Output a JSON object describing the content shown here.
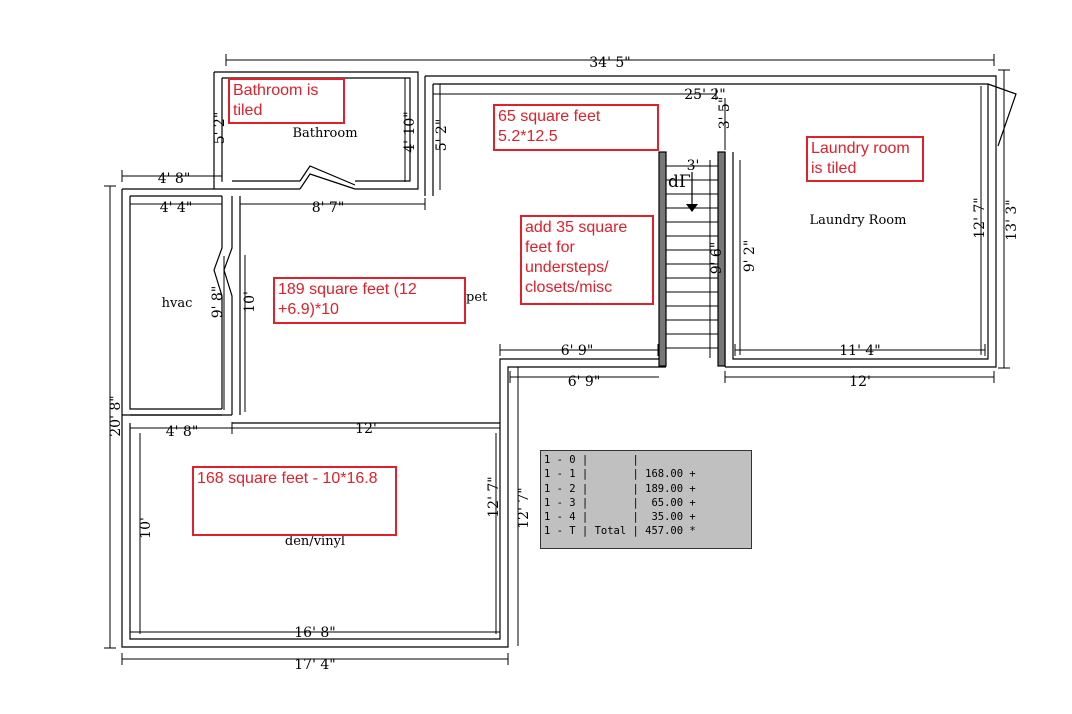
{
  "dimensions": {
    "overall_width": "34' 5\"",
    "upper_mid_width": "25' 2\"",
    "right_height": "13' 3\"",
    "left_height": "20' 8\"",
    "bottom_width": "17' 4\"",
    "bath_left_height": "5' 2\"",
    "bath_right_height": "4' 10\"",
    "corridor_height": "5' 2\"",
    "hvac_top_outer": "4' 8\"",
    "hvac_top_inner": "4' 4\"",
    "bath_bottom_width": "8' 7\"",
    "hvac_height": "9' 8\"",
    "carpet_height": "10'",
    "stair_top_height": "3' 5\"",
    "stair_width_small": "3'",
    "stair_height": "9' 6\"",
    "step_inner": "6' 9\"",
    "step_outer": "6' 9\"",
    "laundry_height_inner": "9' 2\"",
    "laundry_height_outer": "12' 7\"",
    "laundry_width_inner": "11' 4\"",
    "laundry_width_outer": "12'",
    "den_top_left": "4' 8\"",
    "den_top_right": "12'",
    "den_left_height": "10'",
    "den_right_inner": "12' 7\"",
    "den_right_outer": "12' 7\"",
    "den_bottom_inner": "16' 8\""
  },
  "rooms": {
    "bathroom": "Bathroom",
    "hvac": "hvac",
    "carpet_fragment": "pet",
    "laundry": "Laundry Room",
    "den_fragment": "den/vinyl",
    "stair_label": "dΓ"
  },
  "annotations": {
    "bathroom_tiled": "Bathroom is tiled",
    "sf65": "65 square feet 5.2*12.5",
    "laundry_tiled": "Laundry room is tiled",
    "add35": "add 35 square feet for understeps/ closets/misc",
    "sf189": "189 square feet (12 +6.9)*10",
    "sf168": "168 square feet - 10*16.8"
  },
  "tape": {
    "rows": [
      "1 - 0 |       |",
      "1 - 1 |       | 168.00 +",
      "1 - 2 |       | 189.00 +",
      "1 - 3 |       |  65.00 +",
      "1 - 4 |       |  35.00 +",
      "1 - T | Total | 457.00 *"
    ]
  }
}
